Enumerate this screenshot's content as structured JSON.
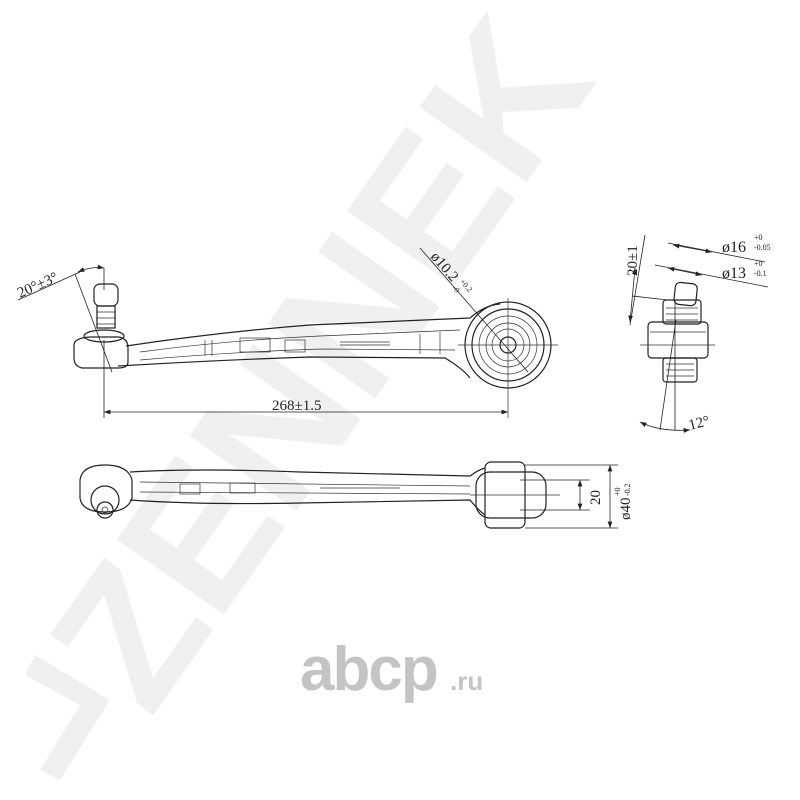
{
  "watermark": {
    "brand": "ZENNEK"
  },
  "logo": {
    "name": "abcp",
    "tld": ".ru"
  },
  "top_view": {
    "angle": "20°±3°",
    "hole_dia": "ø10.2",
    "hole_tol_upper": "+0.2",
    "hole_tol_lower": "-0",
    "length": "268±1.5"
  },
  "side_view": {
    "height": "20±1",
    "dia1": "ø16",
    "dia1_tol_upper": "+0",
    "dia1_tol_lower": "-0.05",
    "dia2": "ø13",
    "dia2_tol_upper": "+0",
    "dia2_tol_lower": "-0.1",
    "angle": "12°"
  },
  "bottom_view": {
    "width": "20",
    "bush_dia": "ø40",
    "bush_tol_upper": "+0",
    "bush_tol_lower": "-0.2"
  }
}
